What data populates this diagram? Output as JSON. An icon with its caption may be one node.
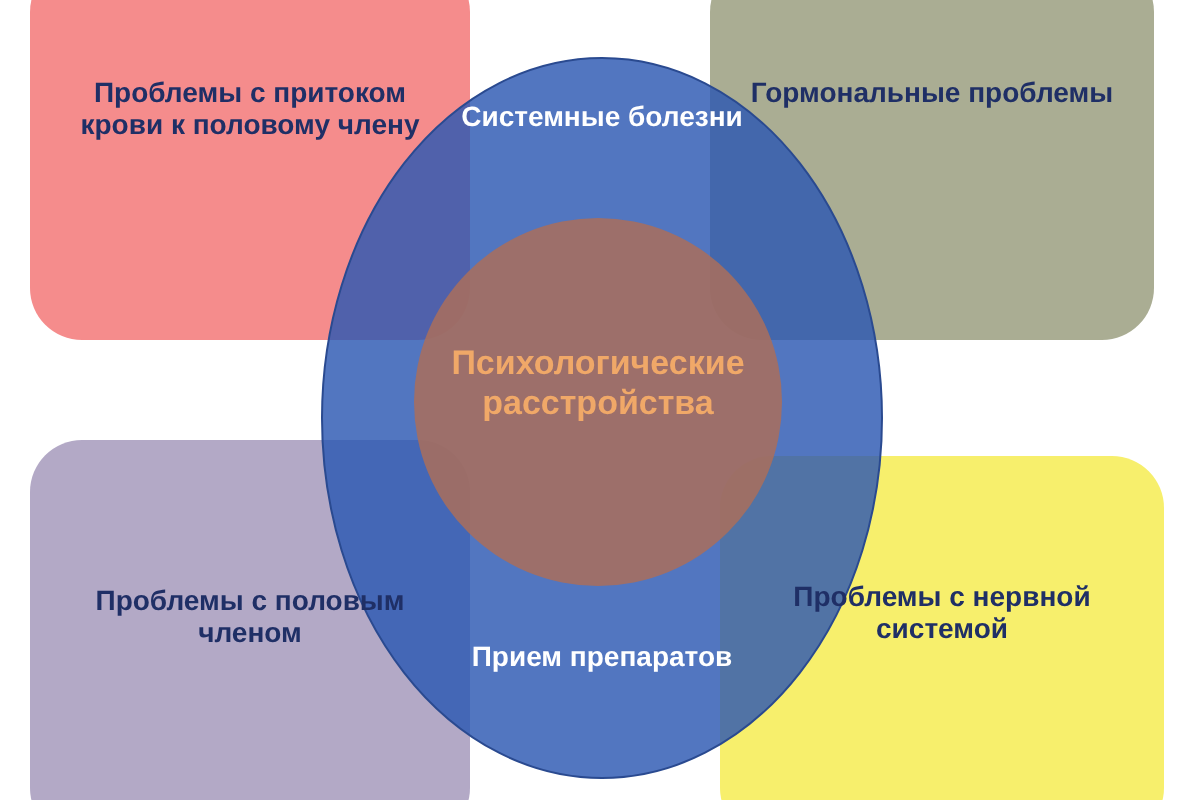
{
  "diagram": {
    "nodes": [
      {
        "text": [
          "Проблемы с притоком крови к половому члену"
        ]
      },
      {
        "text": [
          "Гормональные проблемы"
        ]
      },
      {
        "text": [
          "Системные болезни",
          "Прием препаратов"
        ]
      },
      {
        "text": [
          "Психологические расстройства"
        ],
        "in": 2
      },
      {
        "text": [
          "Проблемы с половым членом"
        ]
      },
      {
        "text": [
          "Проблемы с нервной системой"
        ]
      }
    ]
  }
}
